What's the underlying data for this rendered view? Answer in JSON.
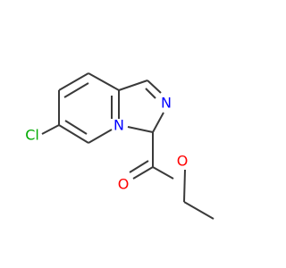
{
  "molecule": {
    "atoms": {
      "cl": {
        "label": "Cl",
        "color": "#00aa00"
      },
      "n_bridge": {
        "label": "N",
        "color": "#0000ff"
      },
      "n_imine": {
        "label": "N",
        "color": "#0000ff"
      },
      "o_carbonyl": {
        "label": "O",
        "color": "#ff0000"
      },
      "o_ester": {
        "label": "O",
        "color": "#ff0000"
      }
    },
    "bond_color": "#3a3a3a"
  }
}
